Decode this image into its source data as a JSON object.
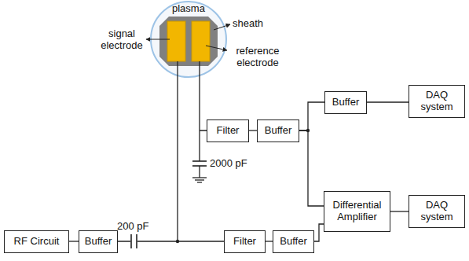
{
  "diagram": {
    "nodes": [
      {
        "text": [
          "Filter"
        ]
      },
      {
        "text": [
          "Buffer"
        ]
      },
      {
        "text": [
          "Buffer"
        ]
      },
      {
        "text": [
          "DAQ system"
        ]
      },
      {
        "text": [
          "Differential Amplifier"
        ]
      },
      {
        "text": [
          "DAQ system"
        ]
      },
      {
        "text": [
          "RF Circuit"
        ]
      },
      {
        "text": [
          "Buffer"
        ]
      },
      {
        "text": [
          "Filter"
        ]
      },
      {
        "text": [
          "Buffer"
        ]
      }
    ],
    "edges": [
      {
        "from": 0,
        "to": 1,
        "arrow": "none"
      },
      {
        "from": 1,
        "to": 2,
        "arrow": "none"
      },
      {
        "from": 1,
        "to": 4,
        "arrow": "none"
      },
      {
        "from": 2,
        "to": 3,
        "arrow": "none"
      },
      {
        "from": 6,
        "to": 7,
        "arrow": "none"
      },
      {
        "from": 7,
        "to": 8,
        "arrow": "none"
      },
      {
        "from": 8,
        "to": 9,
        "arrow": "none"
      },
      {
        "from": 9,
        "to": 4,
        "arrow": "none"
      },
      {
        "from": 4,
        "to": 5,
        "arrow": "none"
      }
    ],
    "labels": [
      "plasma",
      "sheath",
      "signal electrode",
      "reference electrode",
      "2000 pF",
      "200 pF"
    ]
  }
}
